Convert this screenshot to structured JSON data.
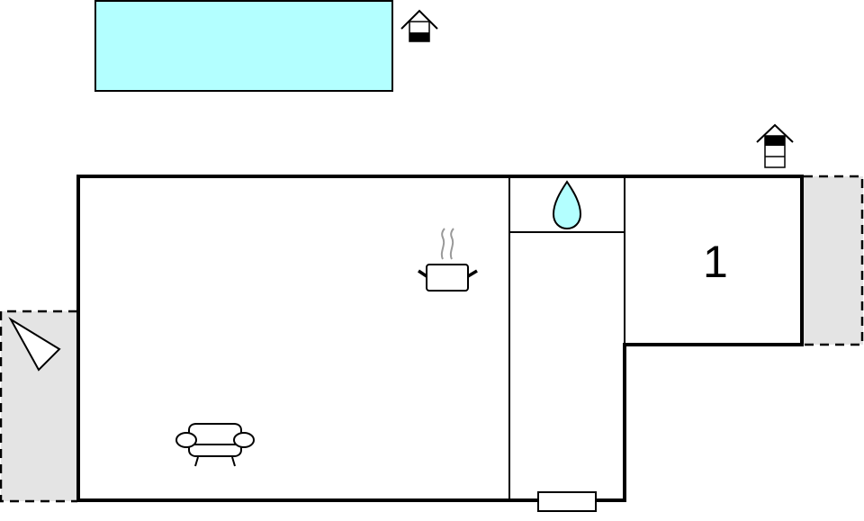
{
  "plan": {
    "colors": {
      "wall": "#000000",
      "pool_fill": "#b3ffff",
      "terrace_fill": "#e4e4e4",
      "water_fill": "#b3ffff",
      "background": "#ffffff",
      "steam": "#999999"
    },
    "rooms": [
      {
        "id": "living-kitchen",
        "features": [
          "kitchen-pot-icon",
          "sofa-icon"
        ]
      },
      {
        "id": "bathroom",
        "features": [
          "water-drop-icon"
        ]
      },
      {
        "id": "corridor",
        "features": [
          "entrance-door"
        ]
      },
      {
        "id": "bedroom-1",
        "label": "1"
      }
    ],
    "outdoor": [
      {
        "id": "pool",
        "type": "pool"
      },
      {
        "id": "terrace-left",
        "type": "terrace",
        "features": [
          "sun-lounger-icon"
        ]
      },
      {
        "id": "terrace-right",
        "type": "terrace"
      }
    ],
    "markers": [
      {
        "id": "house-level-marker-top",
        "icon": "house-level-ground-icon"
      },
      {
        "id": "house-level-marker-right",
        "icon": "house-level-upper-icon"
      }
    ],
    "bedroom_label": "1"
  }
}
